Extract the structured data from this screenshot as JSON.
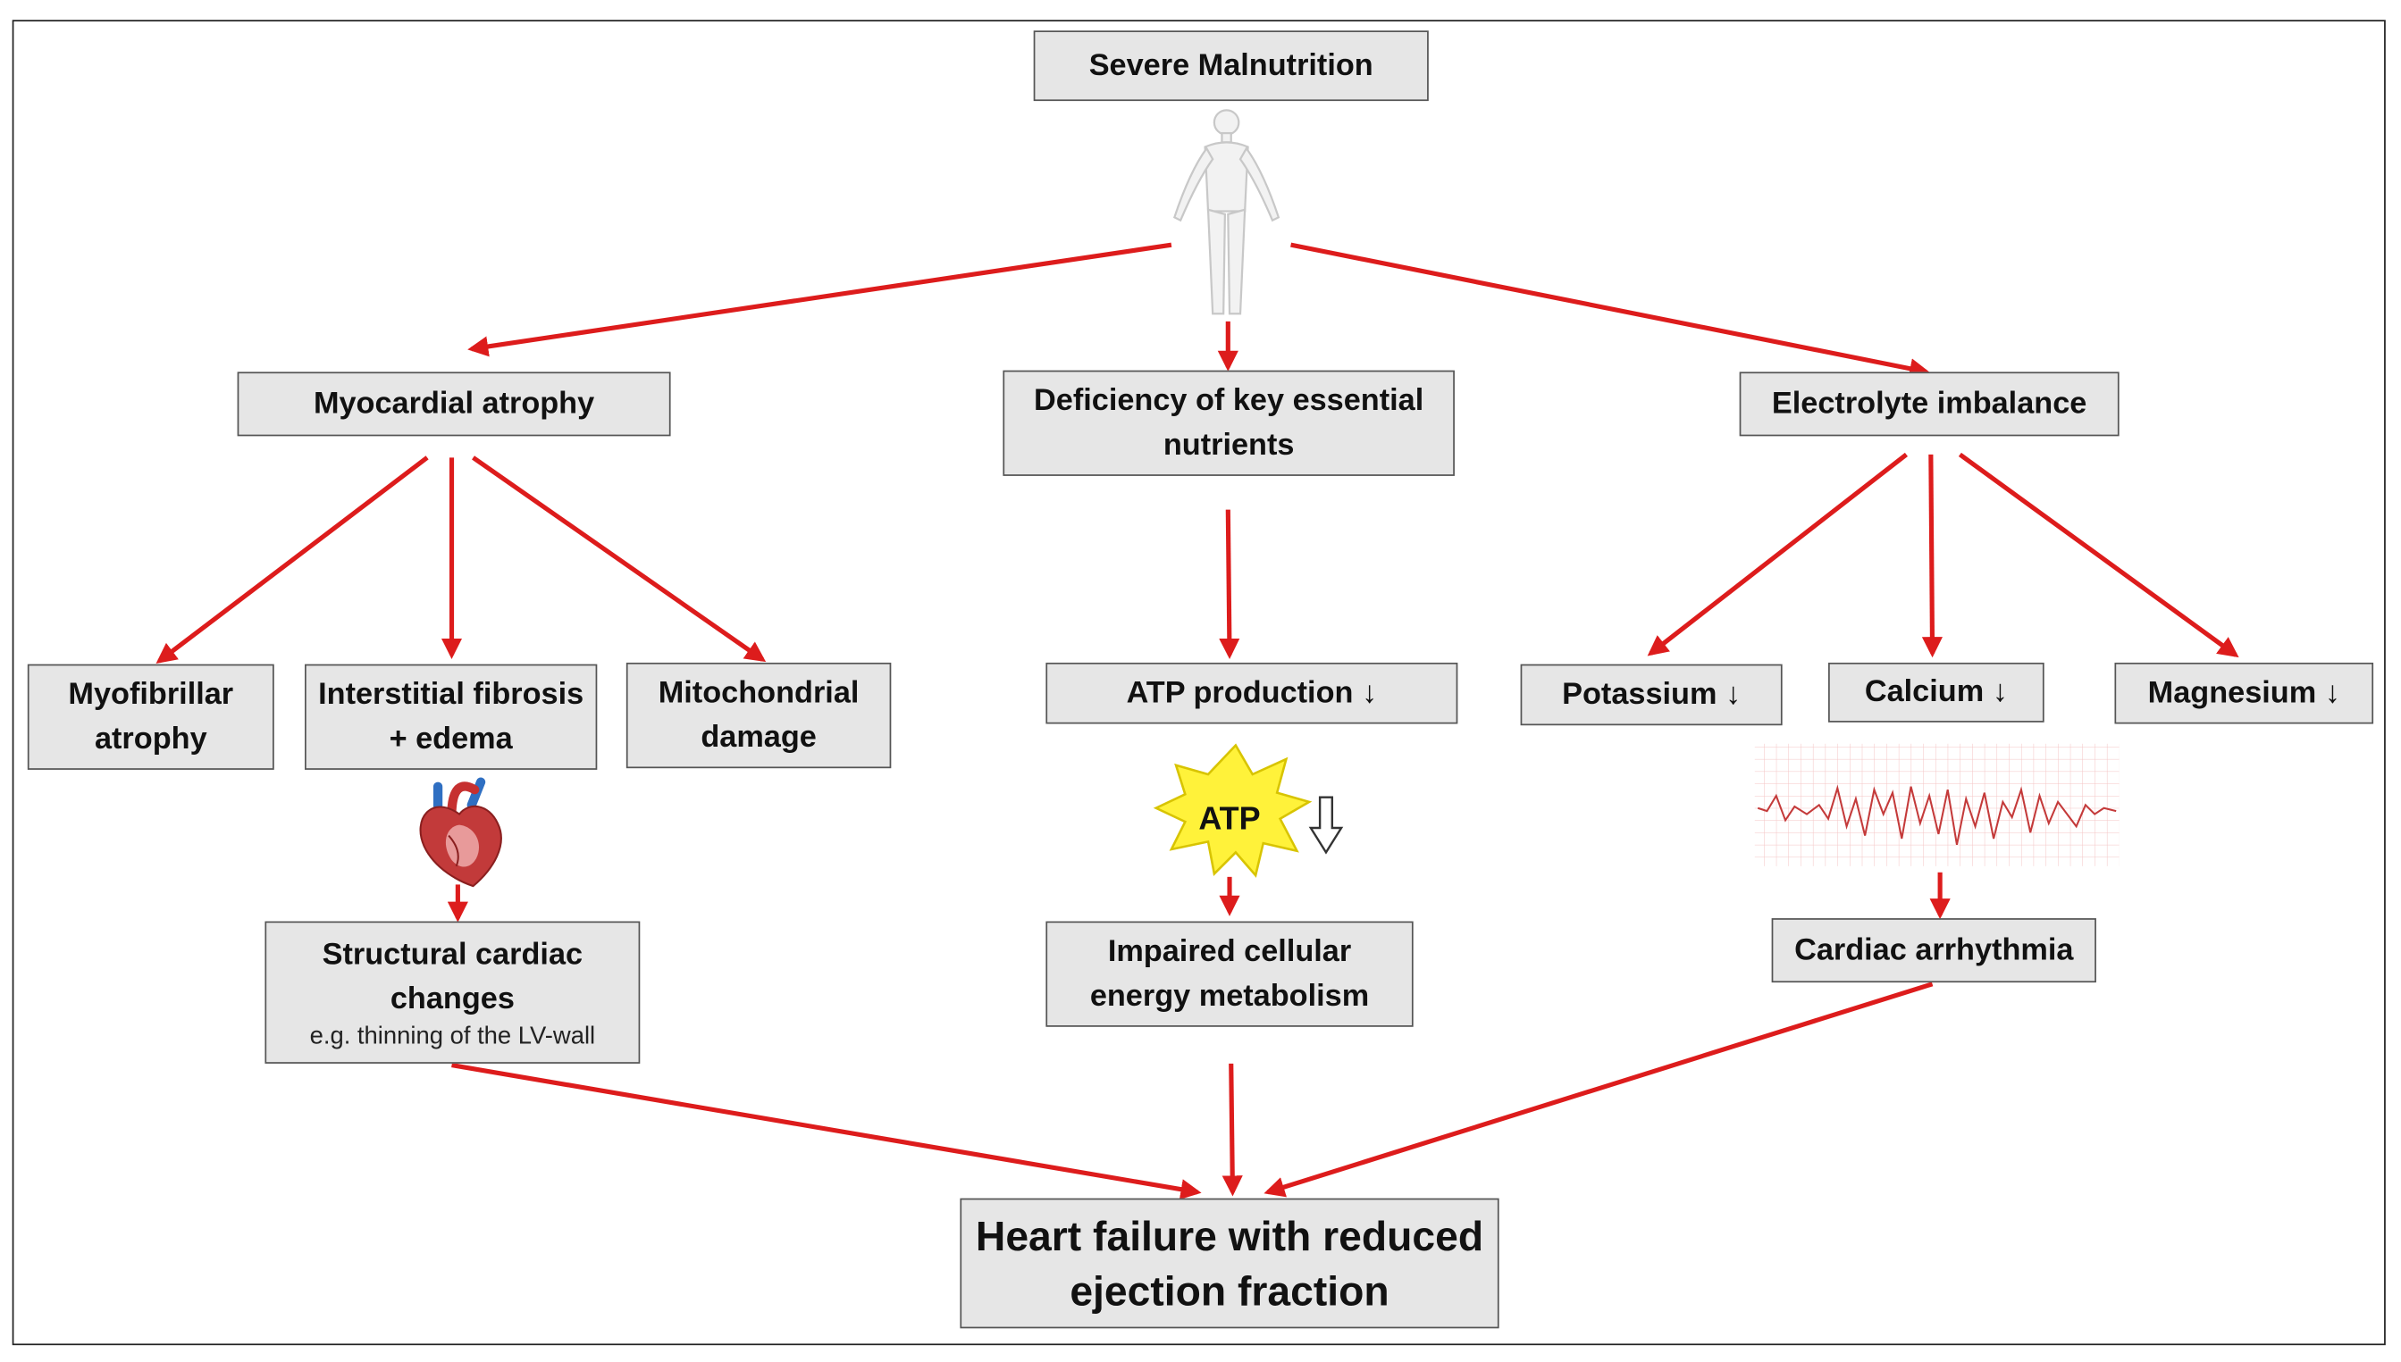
{
  "top": {
    "title": "Severe Malnutrition"
  },
  "level1": {
    "left": "Myocardial atrophy",
    "center": "Deficiency of key essential nutrients",
    "right": "Electrolyte imbalance"
  },
  "level2": {
    "myofibrillar": "Myofibrillar atrophy",
    "interstitial": "Interstitial fibrosis + edema",
    "mitochondrial": "Mitochondrial damage",
    "atp_production": "ATP production ↓",
    "potassium": "Potassium ↓",
    "calcium": "Calcium ↓",
    "magnesium": "Magnesium ↓"
  },
  "atp_burst": {
    "label": "ATP"
  },
  "level3": {
    "structural": "Structural cardiac changes",
    "structural_example": "e.g. thinning of the LV-wall",
    "impaired": "Impaired cellular energy metabolism",
    "arrhythmia": "Cardiac arrhythmia"
  },
  "outcome": {
    "title": "Heart failure with reduced ejection fraction"
  },
  "icons": [
    "human-body-icon",
    "heart-icon",
    "atp-burst-icon",
    "down-arrow-outline-icon",
    "ecg-trace-icon"
  ],
  "colors": {
    "arrow": "#dd1c1c",
    "box_fill": "#e6e6e6",
    "box_border": "#555555",
    "atp_burst": "#fff23a"
  }
}
